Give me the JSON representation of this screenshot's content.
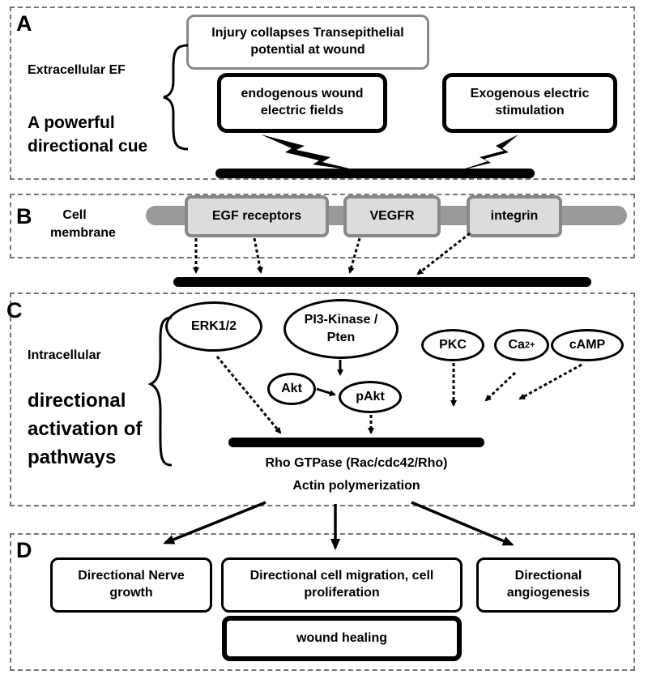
{
  "panels": {
    "a": {
      "letter": "A",
      "side_label": "Extracellular EF",
      "cue": "A powerful directional cue",
      "injury": "Injury collapses Transepithelial potential at wound",
      "endogenous": "endogenous wound electric fields",
      "exogenous": "Exogenous electric stimulation"
    },
    "b": {
      "letter": "B",
      "side_label": "Cell membrane",
      "receptors": [
        "EGF receptors",
        "VEGFR",
        "integrin"
      ]
    },
    "c": {
      "letter": "C",
      "side_label": "Intracellular",
      "main_label": "directional activation of pathways",
      "erk": "ERK1/2",
      "pi3k": "PI3-Kinase / Pten",
      "akt": "Akt",
      "pakt": "pAkt",
      "pkc": "PKC",
      "ca_base": "Ca",
      "ca_sup": "2+",
      "camp": "cAMP",
      "rho": "Rho GTPase (Rac/cdc42/Rho)",
      "actin": "Actin polymerization"
    },
    "d": {
      "letter": "D",
      "nerve": "Directional Nerve growth",
      "migration": "Directional cell migration, cell proliferation",
      "angio": "Directional angiogenesis",
      "wound": "wound healing"
    }
  },
  "colors": {
    "border_dash": "#777777",
    "membrane": "#999999",
    "receptor_fill": "#dcdcdc",
    "receptor_border": "#888888"
  }
}
